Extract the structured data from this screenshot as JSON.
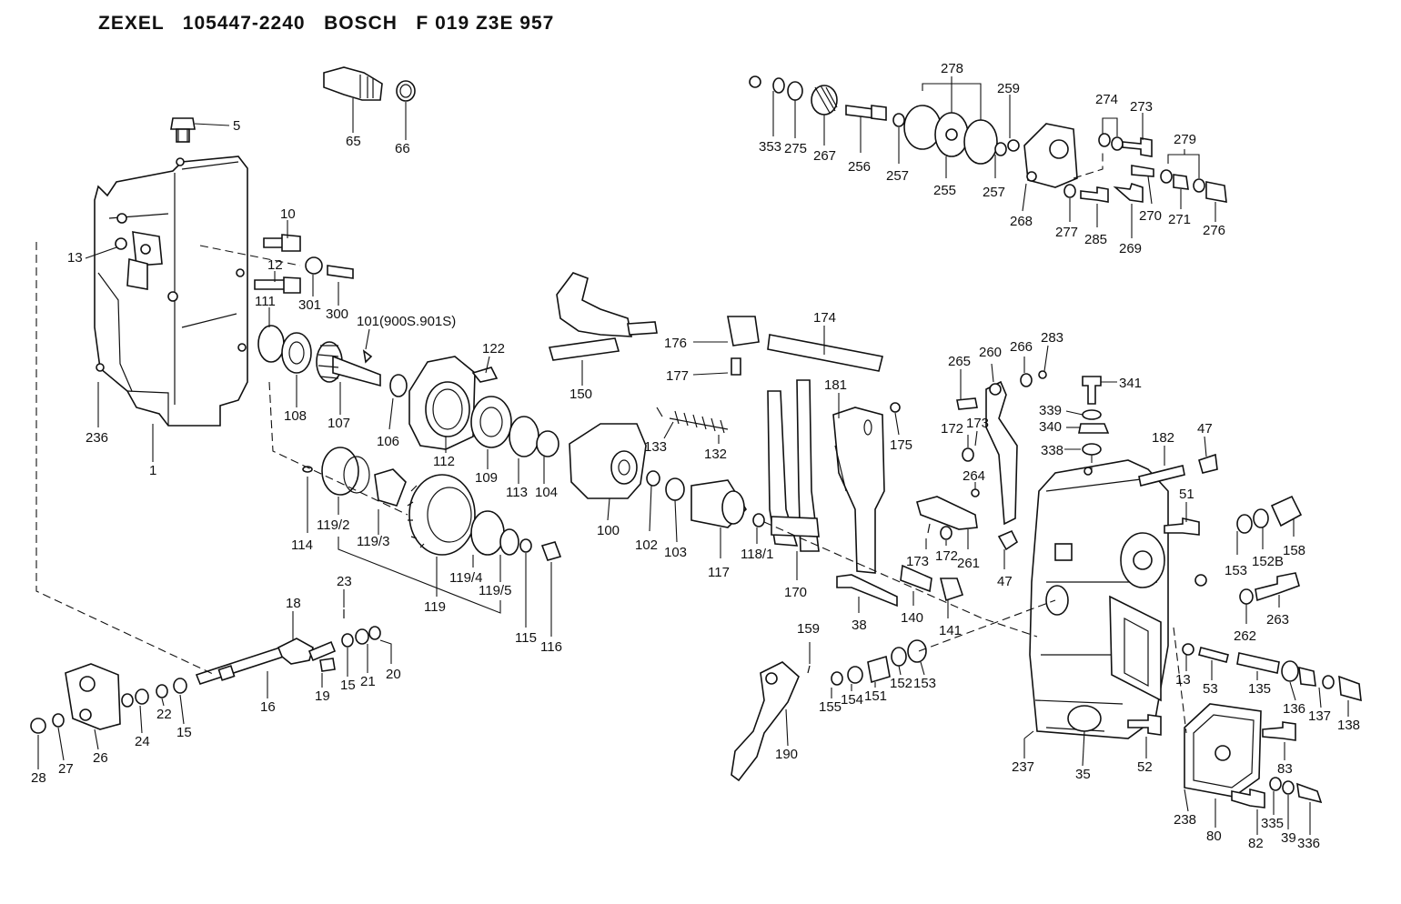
{
  "header": {
    "title": "ZEXEL   105447-2240   BOSCH   F 019 Z3E 957"
  },
  "callouts": [
    {
      "id": "c5",
      "text": "5"
    },
    {
      "id": "c65",
      "text": "65"
    },
    {
      "id": "c66",
      "text": "66"
    },
    {
      "id": "c10",
      "text": "10"
    },
    {
      "id": "c13a",
      "text": "13"
    },
    {
      "id": "c12",
      "text": "12"
    },
    {
      "id": "c301",
      "text": "301"
    },
    {
      "id": "c300",
      "text": "300"
    },
    {
      "id": "c111",
      "text": "111"
    },
    {
      "id": "c101",
      "text": "101(900S.901S)"
    },
    {
      "id": "c122",
      "text": "122"
    },
    {
      "id": "c108",
      "text": "108"
    },
    {
      "id": "c107",
      "text": "107"
    },
    {
      "id": "c106",
      "text": "106"
    },
    {
      "id": "c112",
      "text": "112"
    },
    {
      "id": "c109",
      "text": "109"
    },
    {
      "id": "c113",
      "text": "113"
    },
    {
      "id": "c104",
      "text": "104"
    },
    {
      "id": "c236",
      "text": "236"
    },
    {
      "id": "c1",
      "text": "1"
    },
    {
      "id": "c114",
      "text": "114"
    },
    {
      "id": "c1192",
      "text": "119/2"
    },
    {
      "id": "c1193",
      "text": "119/3"
    },
    {
      "id": "c1194",
      "text": "119/4"
    },
    {
      "id": "c1195",
      "text": "119/5"
    },
    {
      "id": "c119",
      "text": "119"
    },
    {
      "id": "c115",
      "text": "115"
    },
    {
      "id": "c116",
      "text": "116"
    },
    {
      "id": "c150",
      "text": "150"
    },
    {
      "id": "c176",
      "text": "176"
    },
    {
      "id": "c177",
      "text": "177"
    },
    {
      "id": "c174",
      "text": "174"
    },
    {
      "id": "c133",
      "text": "133"
    },
    {
      "id": "c132",
      "text": "132"
    },
    {
      "id": "c100",
      "text": "100"
    },
    {
      "id": "c102",
      "text": "102"
    },
    {
      "id": "c103",
      "text": "103"
    },
    {
      "id": "c117",
      "text": "117"
    },
    {
      "id": "c1181",
      "text": "118/1"
    },
    {
      "id": "c170",
      "text": "170"
    },
    {
      "id": "c181",
      "text": "181"
    },
    {
      "id": "c175",
      "text": "175"
    },
    {
      "id": "c353",
      "text": "353"
    },
    {
      "id": "c275",
      "text": "275"
    },
    {
      "id": "c267",
      "text": "267"
    },
    {
      "id": "c256",
      "text": "256"
    },
    {
      "id": "c257a",
      "text": "257"
    },
    {
      "id": "c278",
      "text": "278"
    },
    {
      "id": "c255",
      "text": "255"
    },
    {
      "id": "c257b",
      "text": "257"
    },
    {
      "id": "c259",
      "text": "259"
    },
    {
      "id": "c268",
      "text": "268"
    },
    {
      "id": "c274",
      "text": "274"
    },
    {
      "id": "c273",
      "text": "273"
    },
    {
      "id": "c279",
      "text": "279"
    },
    {
      "id": "c277",
      "text": "277"
    },
    {
      "id": "c285",
      "text": "285"
    },
    {
      "id": "c269",
      "text": "269"
    },
    {
      "id": "c270",
      "text": "270"
    },
    {
      "id": "c271",
      "text": "271"
    },
    {
      "id": "c276",
      "text": "276"
    },
    {
      "id": "c265",
      "text": "265"
    },
    {
      "id": "c260",
      "text": "260"
    },
    {
      "id": "c266",
      "text": "266"
    },
    {
      "id": "c283",
      "text": "283"
    },
    {
      "id": "c341",
      "text": "341"
    },
    {
      "id": "c172a",
      "text": "172"
    },
    {
      "id": "c173a",
      "text": "173"
    },
    {
      "id": "c339",
      "text": "339"
    },
    {
      "id": "c340",
      "text": "340"
    },
    {
      "id": "c338",
      "text": "338"
    },
    {
      "id": "c182",
      "text": "182"
    },
    {
      "id": "c47a",
      "text": "47"
    },
    {
      "id": "c264",
      "text": "264"
    },
    {
      "id": "c51",
      "text": "51"
    },
    {
      "id": "c173b",
      "text": "173"
    },
    {
      "id": "c172b",
      "text": "172"
    },
    {
      "id": "c261",
      "text": "261"
    },
    {
      "id": "c47b",
      "text": "47"
    },
    {
      "id": "c153a",
      "text": "153"
    },
    {
      "id": "c152b",
      "text": "152B"
    },
    {
      "id": "c158",
      "text": "158"
    },
    {
      "id": "c262",
      "text": "262"
    },
    {
      "id": "c263",
      "text": "263"
    },
    {
      "id": "c38",
      "text": "38"
    },
    {
      "id": "c140",
      "text": "140"
    },
    {
      "id": "c141",
      "text": "141"
    },
    {
      "id": "c13b",
      "text": "13"
    },
    {
      "id": "c53",
      "text": "53"
    },
    {
      "id": "c135",
      "text": "135"
    },
    {
      "id": "c136",
      "text": "136"
    },
    {
      "id": "c137",
      "text": "137"
    },
    {
      "id": "c138",
      "text": "138"
    },
    {
      "id": "c159",
      "text": "159"
    },
    {
      "id": "c155",
      "text": "155"
    },
    {
      "id": "c154",
      "text": "154"
    },
    {
      "id": "c151",
      "text": "151"
    },
    {
      "id": "c152",
      "text": "152"
    },
    {
      "id": "c153b",
      "text": "153"
    },
    {
      "id": "c190",
      "text": "190"
    },
    {
      "id": "c237",
      "text": "237"
    },
    {
      "id": "c35",
      "text": "35"
    },
    {
      "id": "c52",
      "text": "52"
    },
    {
      "id": "c83",
      "text": "83"
    },
    {
      "id": "c238",
      "text": "238"
    },
    {
      "id": "c80",
      "text": "80"
    },
    {
      "id": "c82",
      "text": "82"
    },
    {
      "id": "c335",
      "text": "335"
    },
    {
      "id": "c39",
      "text": "39"
    },
    {
      "id": "c336",
      "text": "336"
    },
    {
      "id": "c23",
      "text": "23"
    },
    {
      "id": "c18",
      "text": "18"
    },
    {
      "id": "c15a",
      "text": "15"
    },
    {
      "id": "c21",
      "text": "21"
    },
    {
      "id": "c20",
      "text": "20"
    },
    {
      "id": "c19",
      "text": "19"
    },
    {
      "id": "c16",
      "text": "16"
    },
    {
      "id": "c28",
      "text": "28"
    },
    {
      "id": "c27",
      "text": "27"
    },
    {
      "id": "c26",
      "text": "26"
    },
    {
      "id": "c24",
      "text": "24"
    },
    {
      "id": "c22",
      "text": "22"
    },
    {
      "id": "c15b",
      "text": "15"
    }
  ]
}
